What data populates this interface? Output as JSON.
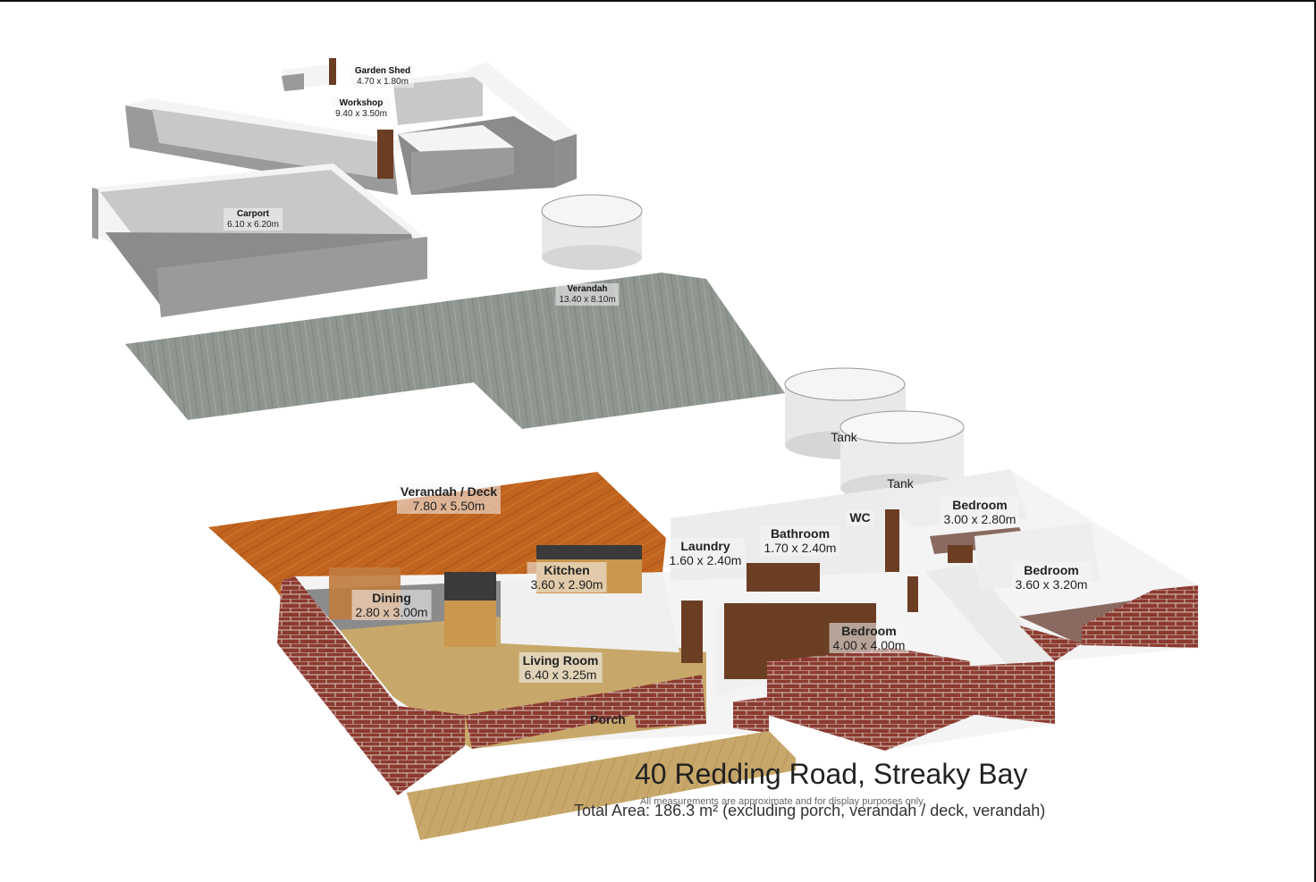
{
  "title": "40 Redding Road, Streaky Bay",
  "disclaimer": "All measurements are approximate and for display purposes only.",
  "total_area": "Total Area: 186.3 m² (excluding porch, verandah / deck, verandah)",
  "rooms": {
    "garden_shed": {
      "name": "Garden Shed",
      "dims": "4.70 x 1.80m"
    },
    "workshop": {
      "name": "Workshop",
      "dims": "9.40 x 3.50m"
    },
    "carport": {
      "name": "Carport",
      "dims": "6.10 x 6.20m"
    },
    "verandah": {
      "name": "Verandah",
      "dims": "13.40 x 8.10m"
    },
    "tank_1": {
      "name": "Tank"
    },
    "tank_2": {
      "name": "Tank"
    },
    "verandah_deck": {
      "name": "Verandah / Deck",
      "dims": "7.80 x 5.50m"
    },
    "bathroom": {
      "name": "Bathroom",
      "dims": "1.70 x 2.40m"
    },
    "wc": {
      "name": "WC"
    },
    "bedroom_1": {
      "name": "Bedroom",
      "dims": "3.00 x 2.80m"
    },
    "bedroom_2": {
      "name": "Bedroom",
      "dims": "3.60 x 3.20m"
    },
    "laundry": {
      "name": "Laundry",
      "dims": "1.60 x 2.40m"
    },
    "kitchen": {
      "name": "Kitchen",
      "dims": "3.60 x 2.90m"
    },
    "dining": {
      "name": "Dining",
      "dims": "2.80 x 3.00m"
    },
    "bedroom_3": {
      "name": "Bedroom",
      "dims": "4.00 x 4.00m"
    },
    "living_room": {
      "name": "Living Room",
      "dims": "6.40 x 3.25m"
    },
    "porch": {
      "name": "Porch"
    }
  },
  "colors": {
    "wall_top": "#f4f4f4",
    "wall_face": "#9a9a9a",
    "wall_inner": "#c8c8c8",
    "floor_grey": "#8b8b8b",
    "deck_grey": "#8f9690",
    "deck_orange": "#c0641f",
    "brick": "#8c3a30",
    "carpet": "#8a6a60",
    "timber_floor": "#c8a86a",
    "wood_door": "#6b3e24"
  }
}
